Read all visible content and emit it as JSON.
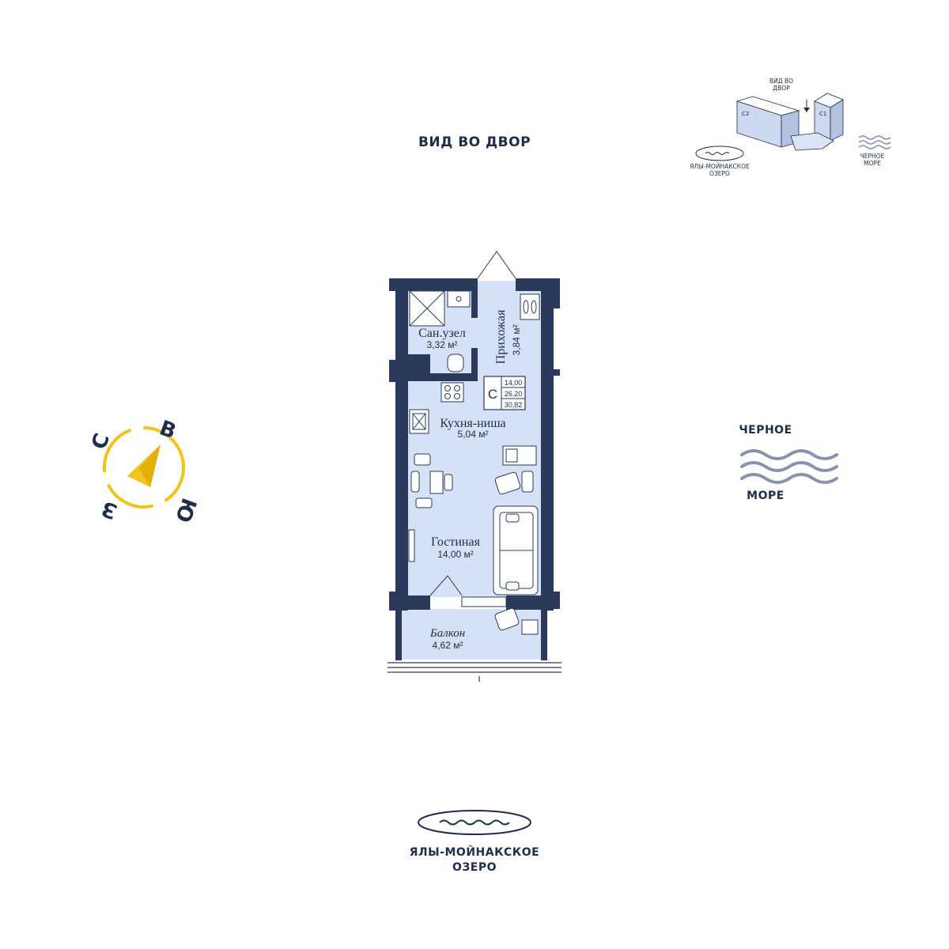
{
  "orientation": {
    "yard": "ВИД ВО ДВОР",
    "sea_line1": "ЧЕРНОЕ",
    "sea_line2": "МОРЕ",
    "lake_line1": "ЯЛЫ-МОЙНАКСКОЕ",
    "lake_line2": "ОЗЕРО"
  },
  "mini_map": {
    "yard_line1": "ВИД ВО",
    "yard_line2": "ДВОР",
    "building_c2": "C2",
    "building_c1": "C1",
    "lake_line1": "ЯЛЫ-МОЙНАКСКОЕ",
    "lake_line2": "ОЗЕРО",
    "sea_line1": "ЧЕРНОЕ",
    "sea_line2": "МОРЕ"
  },
  "compass": {
    "north": "С",
    "east": "В",
    "south": "Ю",
    "west": "З",
    "accent_color": "#f2c318"
  },
  "apartment": {
    "type_letter": "С",
    "area_living": "14,00",
    "area_total": "26,20",
    "area_with_balcony": "30,82"
  },
  "rooms": {
    "bathroom_name": "Сан.узел",
    "bathroom_area": "3,32 м²",
    "hall_name": "Прихожая",
    "hall_area": "3,84 м²",
    "kitchen_name": "Кухня-ниша",
    "kitchen_area": "5,04 м²",
    "living_name": "Гостиная",
    "living_area": "14,00 м²",
    "balcony_name": "Балкон",
    "balcony_area": "4,62 м²"
  },
  "colors": {
    "wall": "#2b3a5c",
    "floor": "#d4e1f7",
    "text": "#1f2d4c",
    "wave": "#8693b0"
  }
}
